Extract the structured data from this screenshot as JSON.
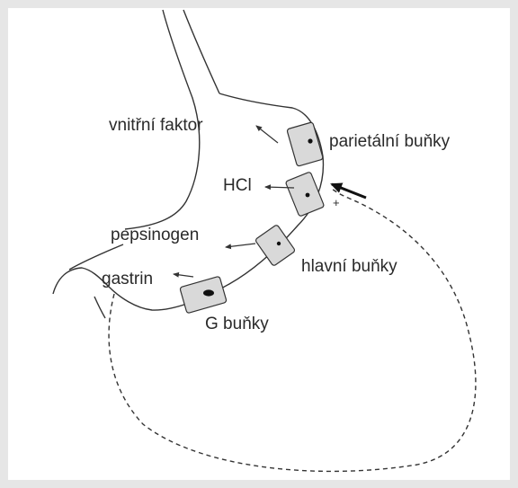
{
  "diagram": {
    "labels": {
      "intrinsic_factor": "vnitřní faktor",
      "parietal_cells": "parietální buňky",
      "hcl": "HCl",
      "plus_sign": "+",
      "pepsinogen": "pepsinogen",
      "chief_cells": "hlavní buňky",
      "gastrin": "gastrin",
      "g_cells": "G buňky"
    },
    "colors": {
      "outline": "#333333",
      "cell_fill": "#d9d9d9",
      "background": "#e6e6e6",
      "panel": "#ffffff"
    }
  }
}
